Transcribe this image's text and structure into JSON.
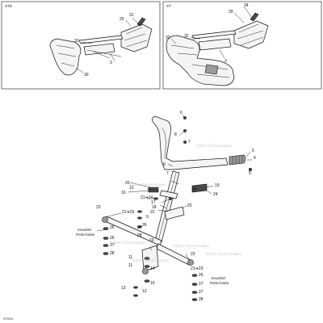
{
  "panels": {
    "std_label": "STD",
    "xt_label": "XT"
  },
  "std_callouts": {
    "c31": "31",
    "c29": "29",
    "c32": "32",
    "c3": "3",
    "c30": "30"
  },
  "xt_callouts": {
    "c34": "34",
    "c29": "29",
    "c32": "32",
    "c3": "3",
    "c33": "33"
  },
  "main_callouts": {
    "c6": "6",
    "c5": "5",
    "c4": "4",
    "c8": "8",
    "c7": "7",
    "c20": "20",
    "c10": "10",
    "c16": "16",
    "c21_24_top": "21➔24",
    "c19": "19",
    "c24": "24",
    "c17": "17",
    "c18": "18",
    "c22": "22",
    "c25": "25",
    "c9": "9",
    "c21_23_left": "21➔23",
    "c26a": "26",
    "c26b": "26",
    "c26c": "26",
    "c26d": "26",
    "c27a": "27",
    "c27b": "27",
    "c27c": "27",
    "c28a": "28",
    "c28b": "28",
    "c28c": "28",
    "c23a": "23",
    "c23b": "23",
    "c21_23_right": "21➔23",
    "c15": "15",
    "c14": "14",
    "c11a": "11",
    "c11b": "11",
    "c13": "13",
    "c12": "12"
  },
  "knuckle_left": {
    "line1": "Knuckle/",
    "line2": "Porte-fusée"
  },
  "knuckle_right": {
    "line1": "Knuckle/",
    "line2": "Porte-fusée"
  },
  "watermark_text": "©Bom Technologies",
  "figure_code": "0F0000"
}
